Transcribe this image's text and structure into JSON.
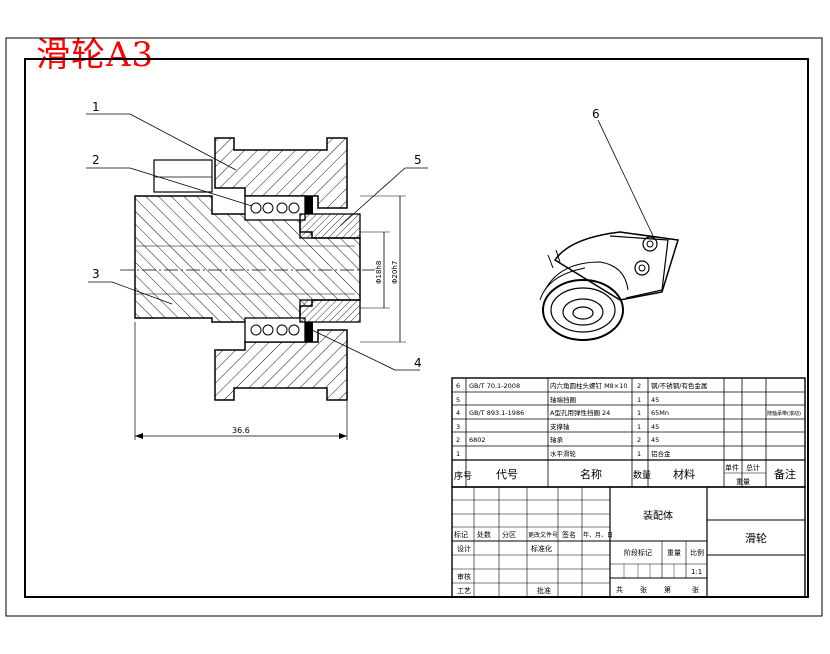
{
  "stamp": "滑轮A3",
  "callouts": [
    "1",
    "2",
    "3",
    "4",
    "5",
    "6"
  ],
  "dimensions": {
    "overall_length": "36.6",
    "bore_dia": "Φ18h8",
    "outer_dia": "Φ20h7"
  },
  "bom": {
    "rows": [
      {
        "no": "6",
        "code": "GB/T 70.1-2008",
        "name": "内六角圆柱头螺钉 M8×10",
        "qty": "2",
        "material": "钢/不锈钢/有色金属",
        "note": ""
      },
      {
        "no": "5",
        "code": "",
        "name": "轴端挡圈",
        "qty": "1",
        "material": "45",
        "note": ""
      },
      {
        "no": "4",
        "code": "GB/T 893.1-1986",
        "name": "A型孔用弹性挡圈 24",
        "qty": "1",
        "material": "65Mn",
        "note": "随轴承带(滚动)"
      },
      {
        "no": "3",
        "code": "",
        "name": "支撑轴",
        "qty": "1",
        "material": "45",
        "note": ""
      },
      {
        "no": "2",
        "code": "6802",
        "name": "轴承",
        "qty": "2",
        "material": "45",
        "note": ""
      },
      {
        "no": "1",
        "code": "",
        "name": "水平滑轮",
        "qty": "1",
        "material": "铝合金",
        "note": ""
      }
    ],
    "header": {
      "no": "序号",
      "code": "代号",
      "name": "名称",
      "qty": "数量",
      "material": "材料",
      "unit": "单件",
      "total": "总计",
      "weight": "重量",
      "note": "备注"
    }
  },
  "title_block": {
    "assembly": "装配体",
    "part_name": "滑轮",
    "row_labels": [
      "标记",
      "处数",
      "分区",
      "更改文件号",
      "签名",
      "年、月、日"
    ],
    "design": "设计",
    "standardize": "标准化",
    "stage_mark": "阶段标记",
    "weight": "重量",
    "scale_label": "比例",
    "scale": "1:1",
    "review": "审核",
    "process": "工艺",
    "approve": "批准",
    "total_sheets": "共",
    "sheet_word": "张",
    "sheet_no": "第",
    "sheet_word2": "张"
  }
}
